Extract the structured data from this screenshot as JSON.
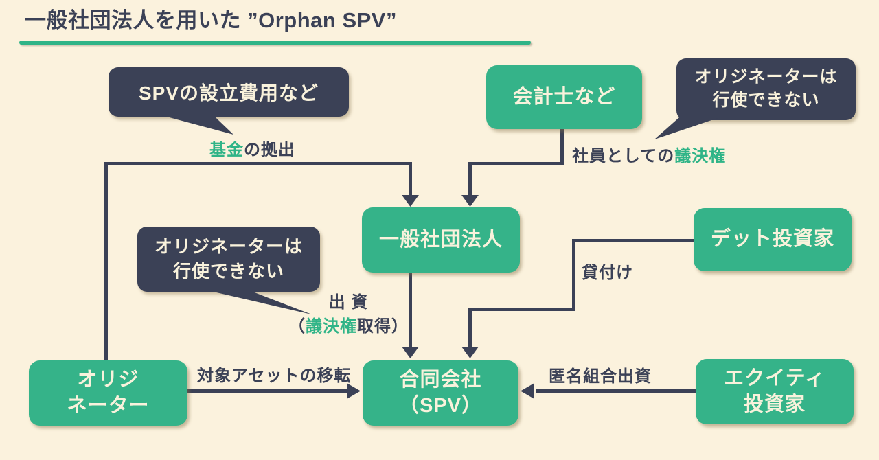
{
  "title": "一般社団法人を用いた ”Orphan SPV”",
  "colors": {
    "background": "#fbf2dd",
    "node_green": "#35b389",
    "navy": "#3b4156",
    "cream_text": "#f9f2dc",
    "accent_green": "#2fb487"
  },
  "boxes": {
    "accountant": {
      "label": "会計士など"
    },
    "general_association": {
      "label": "一般社団法人"
    },
    "debt_investor": {
      "label": "デット投資家"
    },
    "originator": {
      "line1": "オリジ",
      "line2": "ネーター"
    },
    "spv": {
      "line1": "合同会社",
      "line2": "（SPV）"
    },
    "equity_investor": {
      "line1": "エクイティ",
      "line2": "投資家"
    }
  },
  "callouts": {
    "spv_setup_cost": {
      "text": "SPVの設立費用など"
    },
    "no_vote_top_right": {
      "line1": "オリジネーターは",
      "line2": "行使できない"
    },
    "no_vote_left": {
      "line1": "オリジネーターは",
      "line2": "行使できない"
    }
  },
  "edge_labels": {
    "fund_contribution": {
      "highlight": "基金",
      "rest": "の拠出"
    },
    "member_voting": {
      "pre": "社員としての",
      "highlight": "議決権"
    },
    "equity_investment_line1": "出 資",
    "equity_investment_line2": {
      "pre": "（",
      "highlight": "議決権",
      "post": "取得）"
    },
    "loan": "貸付け",
    "asset_transfer": "対象アセットの移転",
    "silent_partnership": "匿名組合出資"
  }
}
